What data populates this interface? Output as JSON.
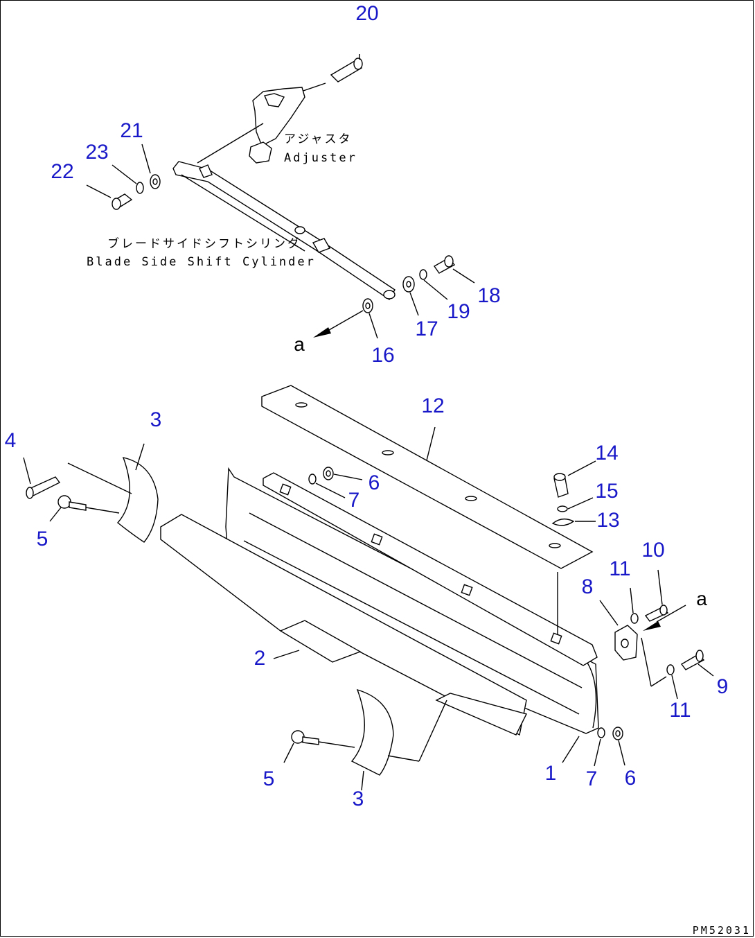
{
  "labels": {
    "adjuster_jp": "アジャスタ",
    "adjuster_en": "Adjuster",
    "cylinder_jp": "ブレードサイドシフトシリンダ",
    "cylinder_en": "Blade Side Shift Cylinder",
    "ref_a_top": "a",
    "ref_a_right": "a",
    "drawing_code": "PM52031"
  },
  "callouts": [
    {
      "id": "c20",
      "text": "20"
    },
    {
      "id": "c21",
      "text": "21"
    },
    {
      "id": "c23",
      "text": "23"
    },
    {
      "id": "c22",
      "text": "22"
    },
    {
      "id": "c18",
      "text": "18"
    },
    {
      "id": "c19",
      "text": "19"
    },
    {
      "id": "c17",
      "text": "17"
    },
    {
      "id": "c16",
      "text": "16"
    },
    {
      "id": "c12",
      "text": "12"
    },
    {
      "id": "c3a",
      "text": "3"
    },
    {
      "id": "c4",
      "text": "4"
    },
    {
      "id": "c5a",
      "text": "5"
    },
    {
      "id": "c6a",
      "text": "6"
    },
    {
      "id": "c7a",
      "text": "7"
    },
    {
      "id": "c14",
      "text": "14"
    },
    {
      "id": "c15",
      "text": "15"
    },
    {
      "id": "c13",
      "text": "13"
    },
    {
      "id": "c10",
      "text": "10"
    },
    {
      "id": "c11a",
      "text": "11"
    },
    {
      "id": "c8",
      "text": "8"
    },
    {
      "id": "c2",
      "text": "2"
    },
    {
      "id": "c9",
      "text": "9"
    },
    {
      "id": "c11b",
      "text": "11"
    },
    {
      "id": "c5b",
      "text": "5"
    },
    {
      "id": "c3b",
      "text": "3"
    },
    {
      "id": "c1",
      "text": "1"
    },
    {
      "id": "c7b",
      "text": "7"
    },
    {
      "id": "c6b",
      "text": "6"
    }
  ],
  "colors": {
    "callout": "#1818c8",
    "line": "#000000",
    "background": "#ffffff"
  }
}
